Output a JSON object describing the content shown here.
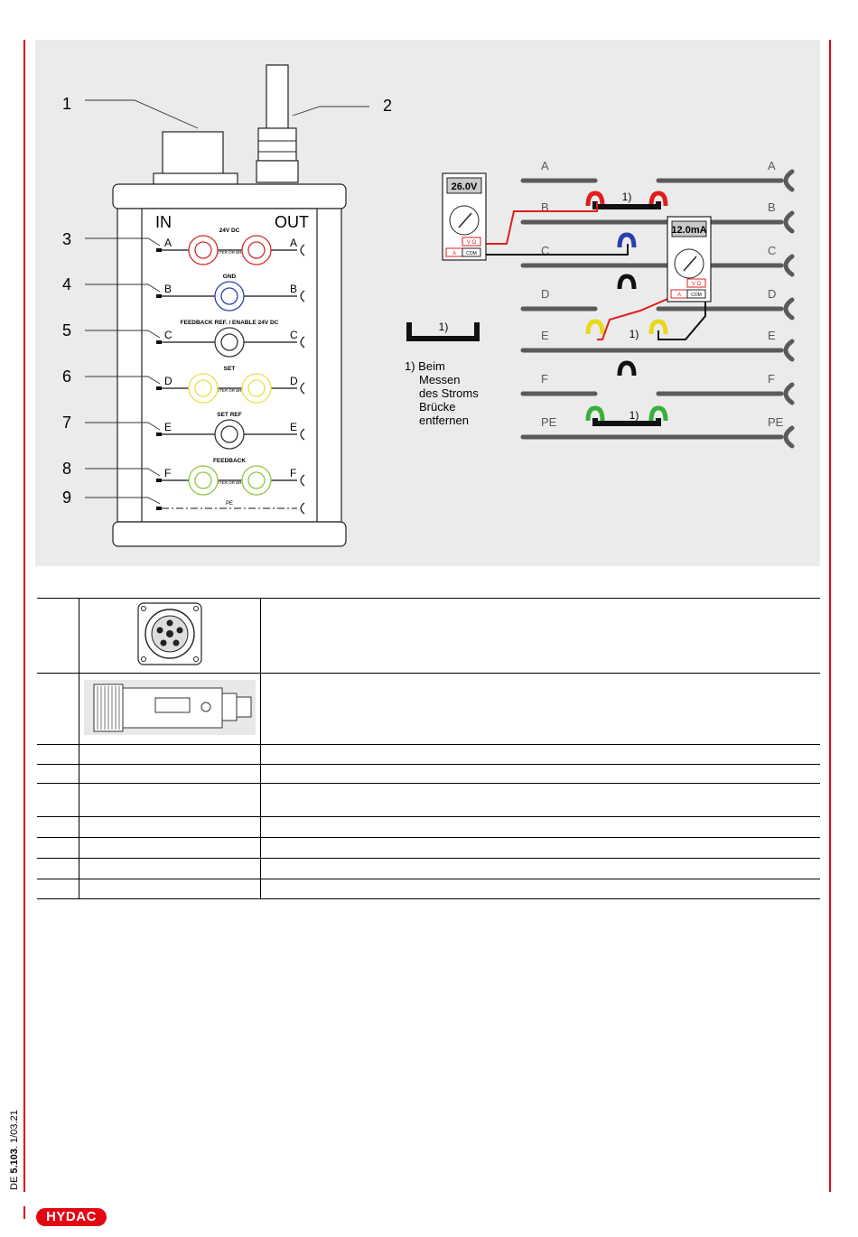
{
  "figure": {
    "callouts": [
      "1",
      "2",
      "3",
      "4",
      "5",
      "6",
      "7",
      "8",
      "9"
    ],
    "box": {
      "in_label": "IN",
      "out_label": "OUT",
      "rows": [
        {
          "letter": "A",
          "caption": "24V DC",
          "sub": "AMMETER OR BRIDGE",
          "color": "#d52b2b",
          "pair": true
        },
        {
          "letter": "B",
          "caption": "GND",
          "sub": "",
          "color": "#2c3ea8",
          "pair": false
        },
        {
          "letter": "C",
          "caption": "FEEDBACK REF. / ENABLE 24V DC",
          "sub": "",
          "color": "#333333",
          "pair": false
        },
        {
          "letter": "D",
          "caption": "SET",
          "sub": "AMMETER OR BRIDGE",
          "color": "#e8e04a",
          "pair": true
        },
        {
          "letter": "E",
          "caption": "SET REF",
          "sub": "",
          "color": "#333333",
          "pair": false
        },
        {
          "letter": "F",
          "caption": "FEEDBACK",
          "sub": "AMMETER OR BRIDGE",
          "color": "#8cc63f",
          "pair": true
        }
      ],
      "pe_label": "PE"
    },
    "wiring": {
      "lines": [
        "A",
        "B",
        "C",
        "D",
        "E",
        "F",
        "PE"
      ],
      "meter1": {
        "reading": "26.0V",
        "left_label": "A",
        "right_label": "V Ω",
        "com": "COM"
      },
      "meter2": {
        "reading": "12.0mA",
        "left_label": "A",
        "right_label": "V Ω",
        "com": "COM"
      },
      "bridge_mark": "1)",
      "note": [
        "1) Beim",
        "Messen",
        "des Stroms",
        "Brücke",
        "entfernen"
      ]
    }
  },
  "footer": {
    "doc_prefix": "DE ",
    "doc_number": "5.103",
    "doc_suffix": ". 1/03.21",
    "logo": "HYDAC"
  }
}
